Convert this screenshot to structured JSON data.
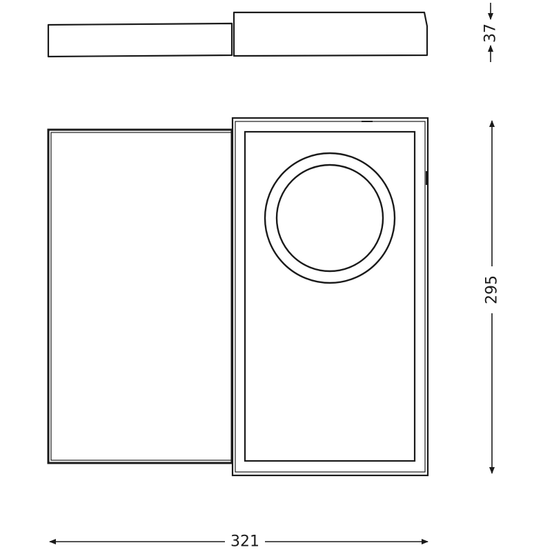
{
  "dimensions": {
    "height": "37",
    "depth": "295",
    "width": "321"
  },
  "colors": {
    "stroke": "#1a1a1a",
    "background": "#ffffff"
  }
}
